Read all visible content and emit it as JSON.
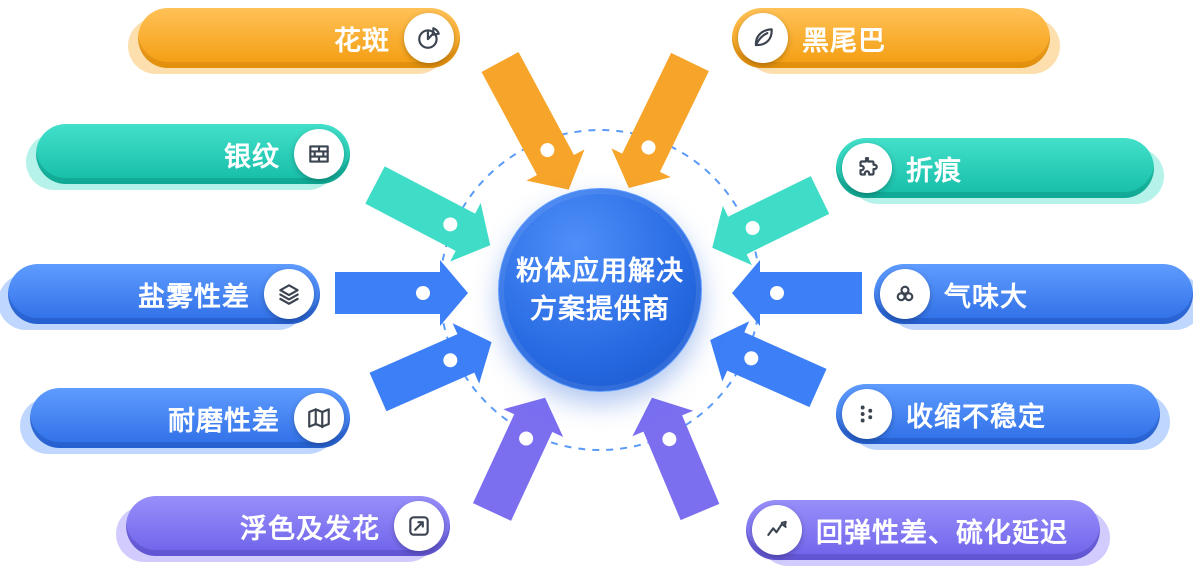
{
  "center": {
    "line1": "粉体应用解决",
    "line2": "方案提供商"
  },
  "pills": [
    {
      "label": "花斑",
      "icon": "pie-chart-icon",
      "side": "left",
      "color": "orange"
    },
    {
      "label": "黑尾巴",
      "icon": "leaf-icon",
      "side": "right",
      "color": "orange"
    },
    {
      "label": "银纹",
      "icon": "bricks-icon",
      "side": "left",
      "color": "teal"
    },
    {
      "label": "折痕",
      "icon": "puzzle-icon",
      "side": "right",
      "color": "teal"
    },
    {
      "label": "盐雾性差",
      "icon": "layers-icon",
      "side": "left",
      "color": "blue"
    },
    {
      "label": "气味大",
      "icon": "bubbles-icon",
      "side": "right",
      "color": "blue"
    },
    {
      "label": "耐磨性差",
      "icon": "map-icon",
      "side": "left",
      "color": "blue"
    },
    {
      "label": "收缩不稳定",
      "icon": "branch-dots-icon",
      "side": "right",
      "color": "blue"
    },
    {
      "label": "浮色及发花",
      "icon": "trend-arrow-icon",
      "side": "left",
      "color": "purple"
    },
    {
      "label": "回弹性差、硫化延迟",
      "icon": "line-chart-icon",
      "side": "right",
      "color": "purple"
    }
  ],
  "colors": {
    "orange": "#F7A72B",
    "teal": "#2FD6C0",
    "blue": "#3D7FF7",
    "purple": "#8177F2",
    "center_blue": "#2A6FE8",
    "orbit_dash": "#5B9BF8",
    "glyph": "#3B4450",
    "text": "#FFFFFF"
  }
}
